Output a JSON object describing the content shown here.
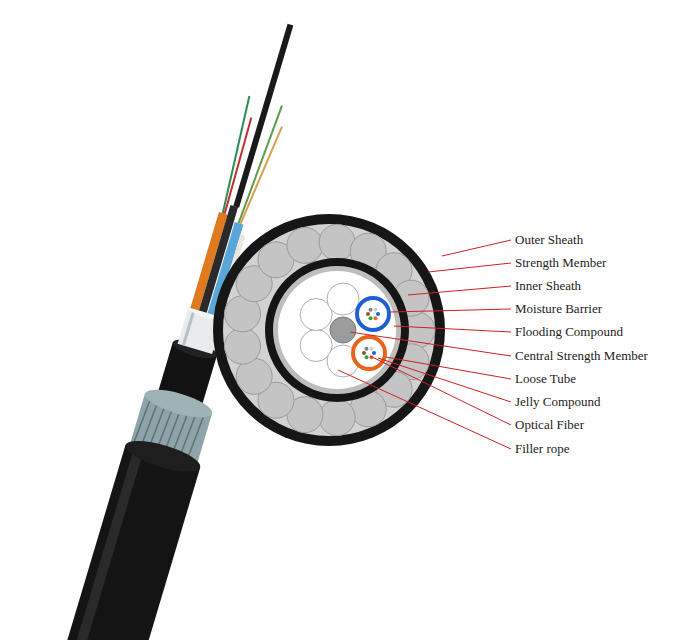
{
  "diagram": {
    "labels": [
      "Outer Sheath",
      "Strength Member",
      "Inner Sheath",
      "Moisture Barrier",
      "Flooding Compound",
      "Central Strength Member",
      "Loose Tube",
      "Jelly Compound",
      "Optical Fiber",
      "Filler rope"
    ]
  }
}
